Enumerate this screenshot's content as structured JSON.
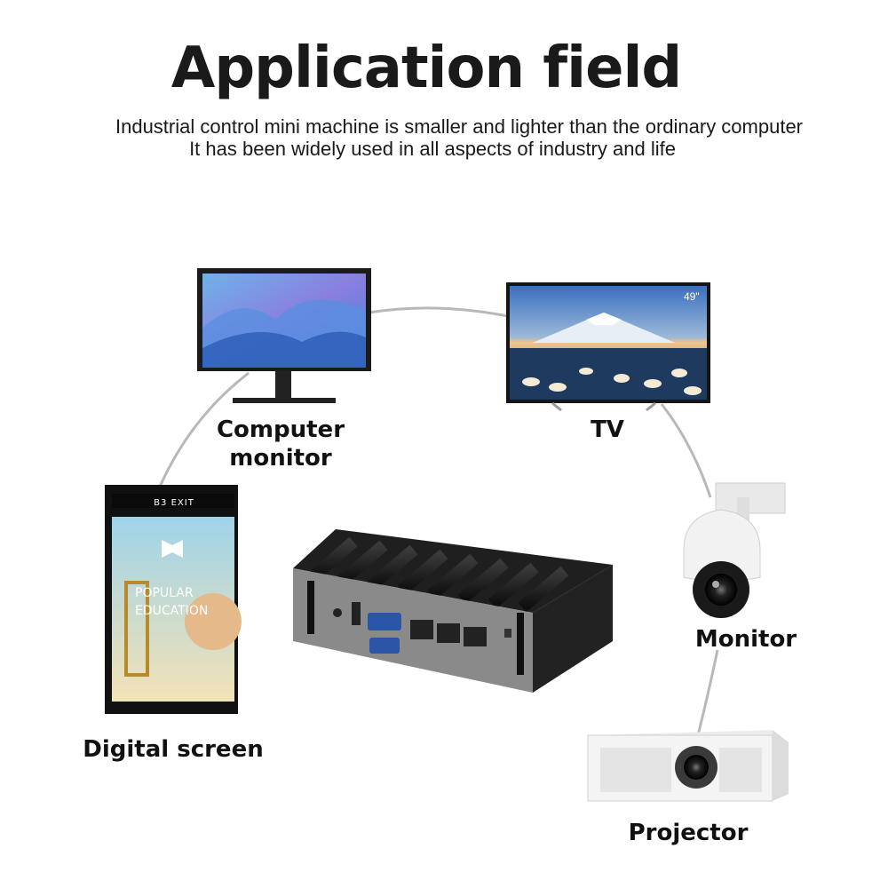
{
  "header": {
    "title": "Application field",
    "subtitle_line1": "Industrial control mini machine is smaller and lighter than the ordinary computer",
    "subtitle_line2": "It has been widely used in all aspects of industry and life"
  },
  "devices": {
    "computer_monitor": "Computer\nmonitor",
    "tv": "TV",
    "tv_size_badge": "49\"",
    "monitor": "Monitor",
    "digital_screen": "Digital screen",
    "projector": "Projector"
  },
  "digital_screen_content": {
    "exit_sign": "B3 EXIT",
    "headline_line1": "POPULAR",
    "headline_line2": "EDUCATION"
  },
  "colors": {
    "connector_line": "#b8b8b8",
    "chassis": "#1c1c1c",
    "io_panel": "#8a8a8a"
  }
}
